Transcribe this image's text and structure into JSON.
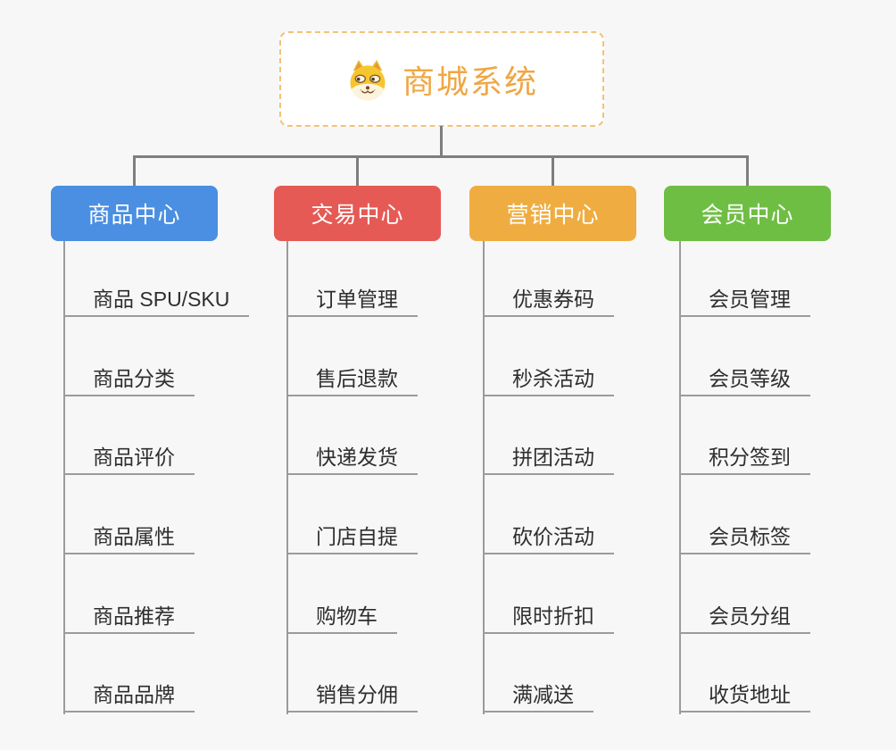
{
  "root": {
    "title": "商城系统",
    "icon": "shiba-dog-icon"
  },
  "branches": [
    {
      "label": "商品中心",
      "color": "#4A8FE2",
      "items": [
        "商品 SPU/SKU",
        "商品分类",
        "商品评价",
        "商品属性",
        "商品推荐",
        "商品品牌"
      ]
    },
    {
      "label": "交易中心",
      "color": "#E65A55",
      "items": [
        "订单管理",
        "售后退款",
        "快递发货",
        "门店自提",
        "购物车",
        "销售分佣"
      ]
    },
    {
      "label": "营销中心",
      "color": "#EFAD41",
      "items": [
        "优惠券码",
        "秒杀活动",
        "拼团活动",
        "砍价活动",
        "限时折扣",
        "满减送"
      ]
    },
    {
      "label": "会员中心",
      "color": "#6FBE44",
      "items": [
        "会员管理",
        "会员等级",
        "积分签到",
        "会员标签",
        "会员分组",
        "收货地址"
      ]
    }
  ],
  "colors": {
    "background": "#F7F7F7",
    "root_text": "#F0A643",
    "root_border": "#F4C275",
    "connector": "#7E7E7E",
    "leaf_line": "#9B9B9B",
    "leaf_text": "#2E2E2E"
  }
}
